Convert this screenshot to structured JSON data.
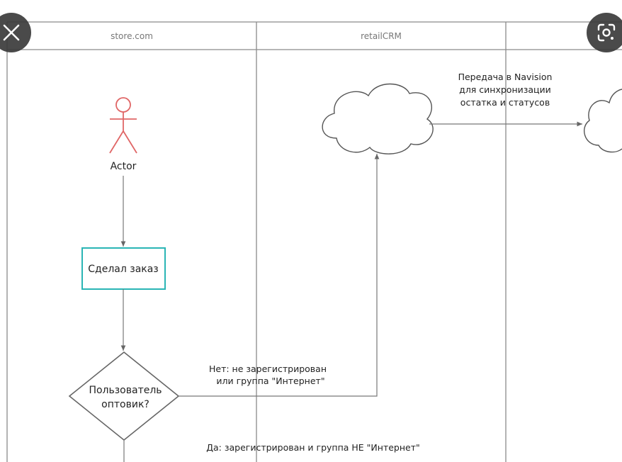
{
  "lanes": {
    "store": "store.com",
    "crm": "retailCRM"
  },
  "actor": {
    "label": "Actor"
  },
  "nodes": {
    "order": "Сделал заказ",
    "decision_line1": "Пользователь",
    "decision_line2": "оптовик?"
  },
  "edges": {
    "no_line1": "Нет: не зарегистрирован",
    "no_line2": "или группа \"Интернет\"",
    "yes": "Да: зарегистрирован и группа НЕ \"Интернет\"",
    "navision_line1": "Передача в Navision",
    "navision_line2": "для синхронизации",
    "navision_line3": "остатка и статусов"
  },
  "colors": {
    "actor": "#e06666",
    "process_border": "#2ab5b5",
    "line": "#777777",
    "overlay": "#3b3b3b"
  },
  "overlay": {
    "close_icon": "close-icon",
    "lens_icon": "google-lens-icon"
  }
}
